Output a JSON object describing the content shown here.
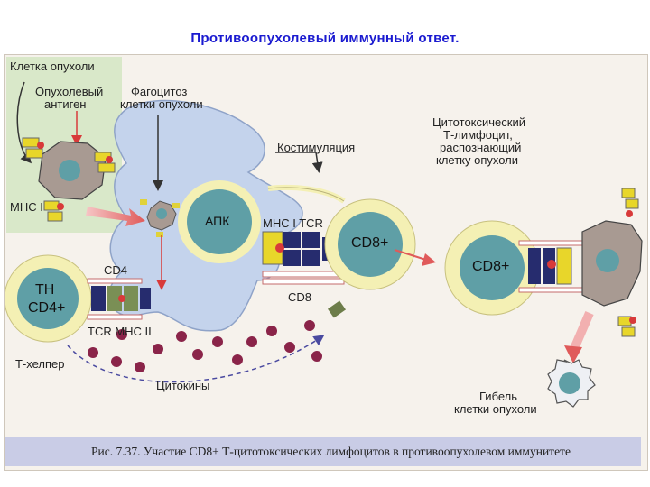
{
  "title": "Противоопухолевый иммунный ответ.",
  "labels": {
    "tumor_cell": "Клетка опухоли",
    "tumor_antigen_l1": "Опухолевый",
    "tumor_antigen_l2": "антиген",
    "phagocytosis_l1": "Фагоцитоз",
    "phagocytosis_l2": "клетки опухоли",
    "mhc1_left": "MHC I",
    "apc": "АПК",
    "costimulation": "Костимуляция",
    "mhc1_tcr": "MHC I  TCR",
    "cd8_small": "CD8",
    "cd4_small": "CD4",
    "th_l1": "TH",
    "th_l2": "CD4+",
    "tcr_mhc2": "TCR  MHC II",
    "t_helper": "Т-хелпер",
    "cytokines": "Цитокины",
    "cd8_cell_1": "CD8+",
    "cd8_cell_2": "CD8+",
    "ctl_l1": "Цитотоксический",
    "ctl_l2": "Т-лимфоцит,",
    "ctl_l3": "распознающий",
    "ctl_l4": "клетку опухоли",
    "death_l1": "Гибель",
    "death_l2": "клетки опухоли"
  },
  "caption": "Рис. 7.37. Участие CD8+ Т-цитотоксических лимфоцитов в противоопухолевом иммунитете",
  "colors": {
    "title": "#1a1ad0",
    "tumor_panel": "#d9e8c9",
    "apc_body": "#c4d3ec",
    "cell_ring": "#f4f0b4",
    "nucleus": "#5f9fa6",
    "tumor_body": "#a89a92",
    "cytokine": "#8a2449",
    "caption_band": "#c9cce6"
  }
}
